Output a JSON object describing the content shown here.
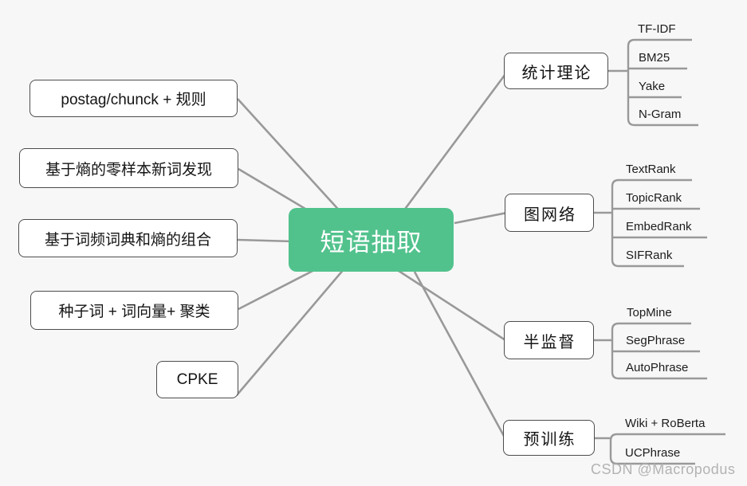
{
  "root": {
    "label": "短语抽取"
  },
  "left_branches": [
    {
      "label": "postag/chunck + 规则"
    },
    {
      "label": "基于熵的零样本新词发现"
    },
    {
      "label": "基于词频词典和熵的组合"
    },
    {
      "label": "种子词 + 词向量+ 聚类"
    },
    {
      "label": "CPKE"
    }
  ],
  "right_branches": [
    {
      "label": "统计理论",
      "children": [
        "TF-IDF",
        "BM25",
        "Yake",
        "N-Gram"
      ]
    },
    {
      "label": "图网络",
      "children": [
        "TextRank",
        "TopicRank",
        "EmbedRank",
        "SIFRank"
      ]
    },
    {
      "label": "半监督",
      "children": [
        "TopMine",
        "SegPhrase",
        "AutoPhrase"
      ]
    },
    {
      "label": "预训练",
      "children": [
        "Wiki + RoBerta",
        "UCPhrase"
      ]
    }
  ],
  "watermark": "CSDN @Macropodus",
  "colors": {
    "background": "#f7f7f7",
    "accent": "#52c28d",
    "line": "#999999",
    "border": "#4d4d4d",
    "node-fill": "#ffffff",
    "watermark": "#b3b3b3"
  }
}
